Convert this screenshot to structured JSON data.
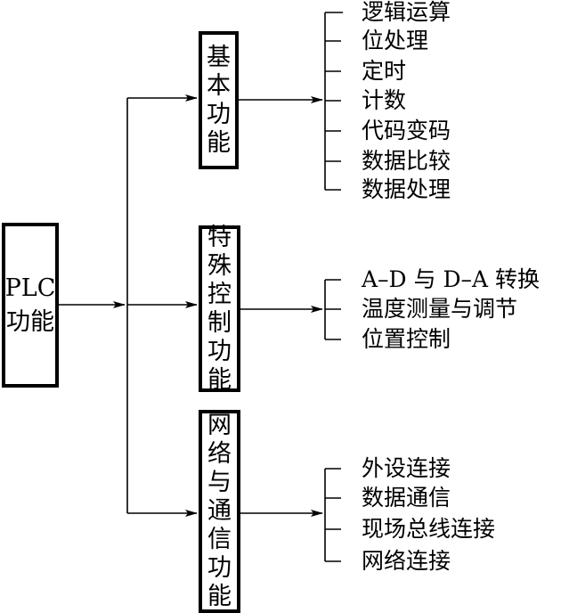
{
  "root": {
    "line1": "PLC",
    "line2": "功能"
  },
  "categories": [
    {
      "label": "基本功能",
      "items": [
        "逻辑运算",
        "位处理",
        "定时",
        "计数",
        "代码变码",
        "数据比较",
        "数据处理"
      ]
    },
    {
      "label": "特殊控制功能",
      "items": [
        "A–D 与 D–A 转换",
        "温度测量与调节",
        "位置控制"
      ]
    },
    {
      "label": "网络与通信功能",
      "items": [
        "外设连接",
        "数据通信",
        "现场总线连接",
        "网络连接"
      ]
    }
  ]
}
